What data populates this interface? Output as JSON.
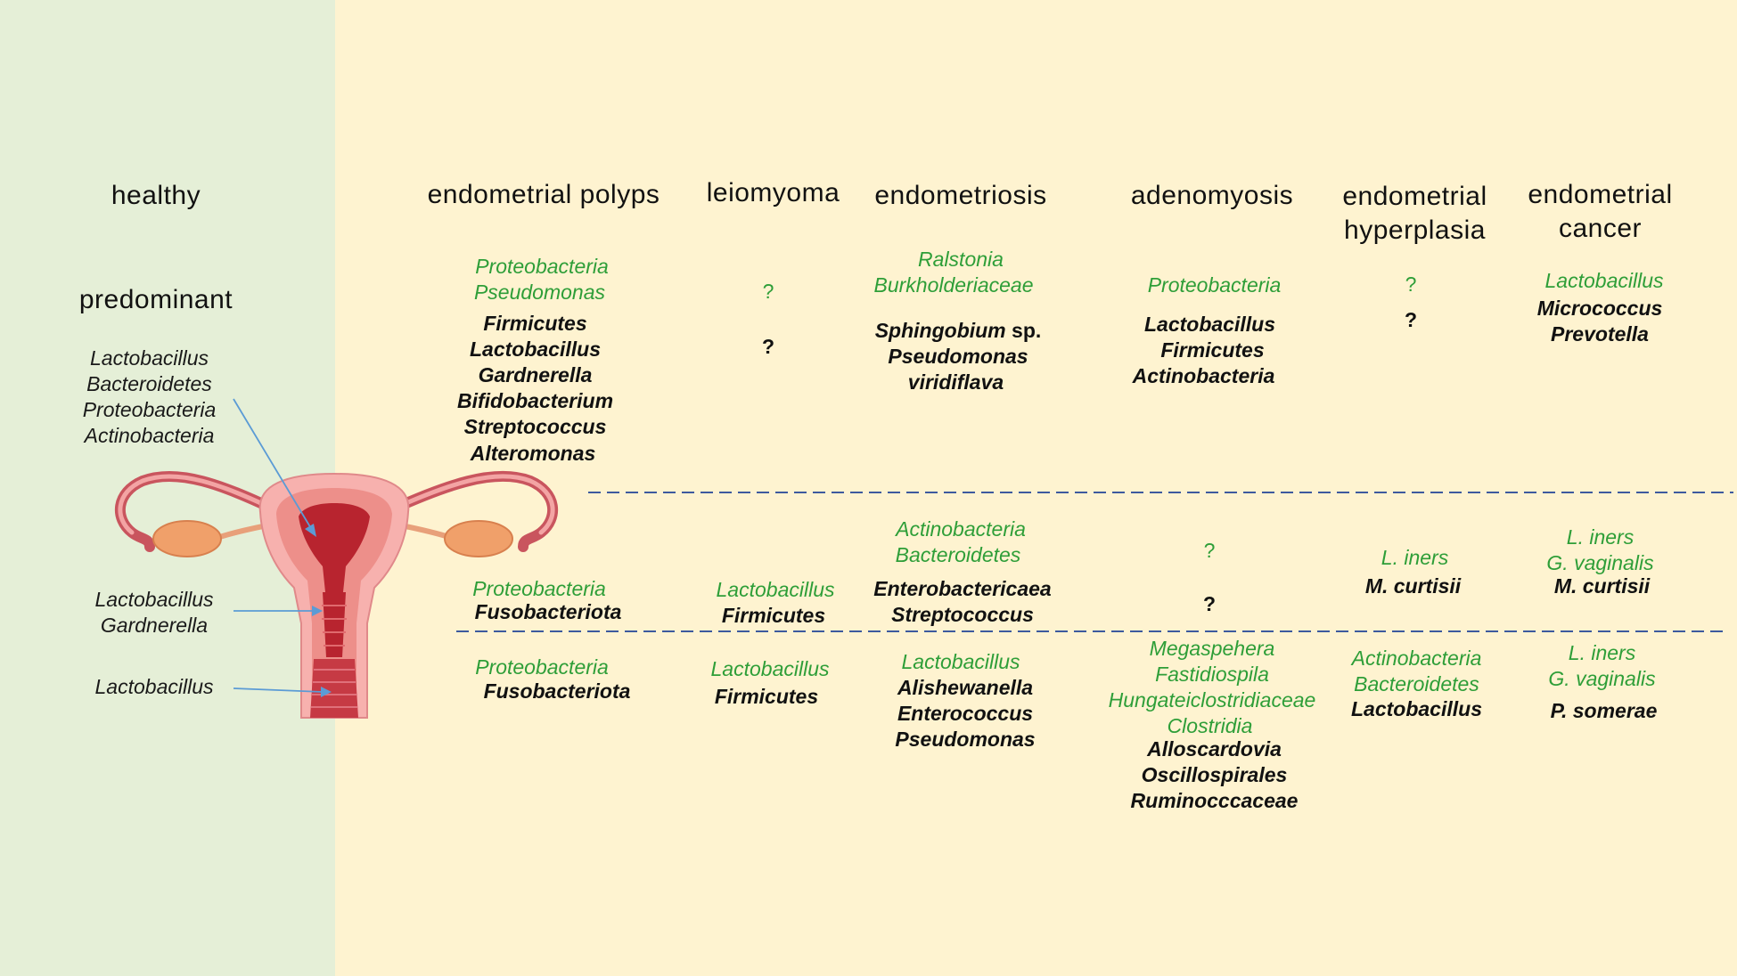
{
  "healthy": {
    "title": "healthy",
    "predominant": "predominant",
    "uterus_taxa": [
      "Lactobacillus",
      "Bacteroidetes",
      "Proteobacteria",
      "Actinobacteria"
    ],
    "cervix_taxa": [
      "Lactobacillus",
      "Gardnerella"
    ],
    "vagina_taxa": [
      "Lactobacillus"
    ]
  },
  "columns": {
    "polyps": {
      "title": [
        "endometrial polyps"
      ],
      "top_green": [
        "Proteobacteria",
        "Pseudomonas"
      ],
      "top_black": [
        "Firmicutes",
        "Lactobacillus",
        "Gardnerella",
        "Bifidobacterium",
        "Streptococcus",
        "Alteromonas"
      ],
      "mid_green": [
        "Proteobacteria"
      ],
      "mid_black": [
        "Fusobacteriota"
      ],
      "bot_green": [
        "Proteobacteria"
      ],
      "bot_black": [
        "Fusobacteriota"
      ]
    },
    "leiomyoma": {
      "title": [
        "leiomyoma"
      ],
      "top_green": [
        "?"
      ],
      "top_black": [
        "?"
      ],
      "mid_green": [
        "Lactobacillus"
      ],
      "mid_black": [
        "Firmicutes"
      ],
      "bot_green": [
        "Lactobacillus"
      ],
      "bot_black": [
        "Firmicutes"
      ]
    },
    "endometriosis": {
      "title": [
        "endometriosis"
      ],
      "top_green": [
        "Ralstonia",
        "Burkholderiaceae"
      ],
      "top_black_sp_genus": "Sphingobium",
      "top_black_sp_suffix": "sp.",
      "top_black": [
        "Pseudomonas",
        "viridiflava"
      ],
      "mid_green": [
        "Actinobacteria",
        "Bacteroidetes"
      ],
      "mid_black": [
        "Enterobactericaea",
        "Streptococcus"
      ],
      "bot_green": [
        "Lactobacillus"
      ],
      "bot_black": [
        "Alishewanella",
        "Enterococcus",
        "Pseudomonas"
      ]
    },
    "adenomyosis": {
      "title": [
        "adenomyosis"
      ],
      "top_green": [
        "Proteobacteria"
      ],
      "top_black": [
        "Lactobacillus",
        "Firmicutes",
        "Actinobacteria"
      ],
      "mid_green": [
        "?"
      ],
      "mid_black": [
        "?"
      ],
      "bot_green": [
        "Megaspehera",
        "Fastidiospila",
        "Hungateiclostridiaceae",
        "Clostridia"
      ],
      "bot_black": [
        "Alloscardovia",
        "Oscillospirales",
        "Ruminocccaceae"
      ]
    },
    "hyperplasia": {
      "title": [
        "endometrial",
        "hyperplasia"
      ],
      "top_green": [
        "?"
      ],
      "top_black": [
        "?"
      ],
      "mid_green": [
        "L. iners"
      ],
      "mid_black": [
        "M. curtisii"
      ],
      "bot_green": [
        "Actinobacteria",
        "Bacteroidetes"
      ],
      "bot_black": [
        "Lactobacillus"
      ]
    },
    "cancer": {
      "title": [
        "endometrial",
        "cancer"
      ],
      "top_green": [
        "Lactobacillus"
      ],
      "top_black": [
        "Micrococcus",
        "Prevotella"
      ],
      "mid_green": [
        "L. iners",
        "G. vaginalis"
      ],
      "mid_black": [
        "M. curtisii"
      ],
      "bot_green": [
        "L. iners",
        "G. vaginalis"
      ],
      "bot_black": [
        "P. somerae"
      ]
    }
  },
  "colors": {
    "left_panel": "#e5efd7",
    "background": "#fef3d0",
    "genus_green": "#2e9e38",
    "genus_black": "#111111",
    "divider": "#3d5a9e",
    "arrow": "#5b9bd5"
  }
}
